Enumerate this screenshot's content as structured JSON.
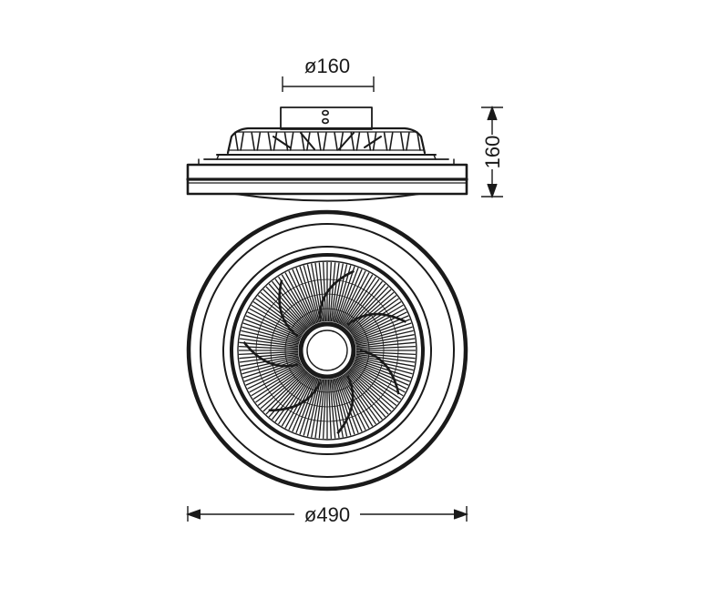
{
  "dimensions": {
    "mount_diameter": "ø160",
    "height": "160",
    "overall_diameter": "ø490"
  },
  "colors": {
    "line": "#1a1a1a",
    "background": "#ffffff"
  }
}
